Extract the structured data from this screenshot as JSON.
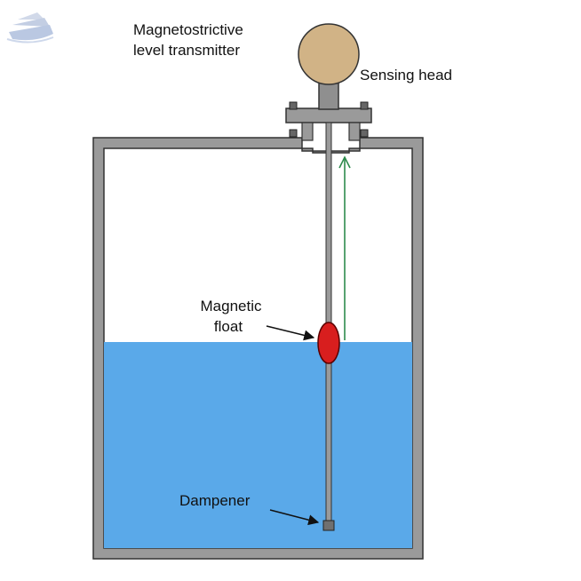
{
  "labels": {
    "title_line1": "Magnetostrictive",
    "title_line2": "level transmitter",
    "sensing_head": "Sensing head",
    "float_line1": "Magnetic",
    "float_line2": "float",
    "dampener": "Dampener"
  },
  "colors": {
    "liquid": "#5aa9e9",
    "tank_wall": "#9a9a9a",
    "tank_outline": "#333333",
    "sensing_head": "#d1b386",
    "neck": "#8f8f8f",
    "float": "#d81e1e",
    "arrow": "#2e8b4d"
  },
  "logo": {
    "icon": "ship-logo-icon"
  }
}
